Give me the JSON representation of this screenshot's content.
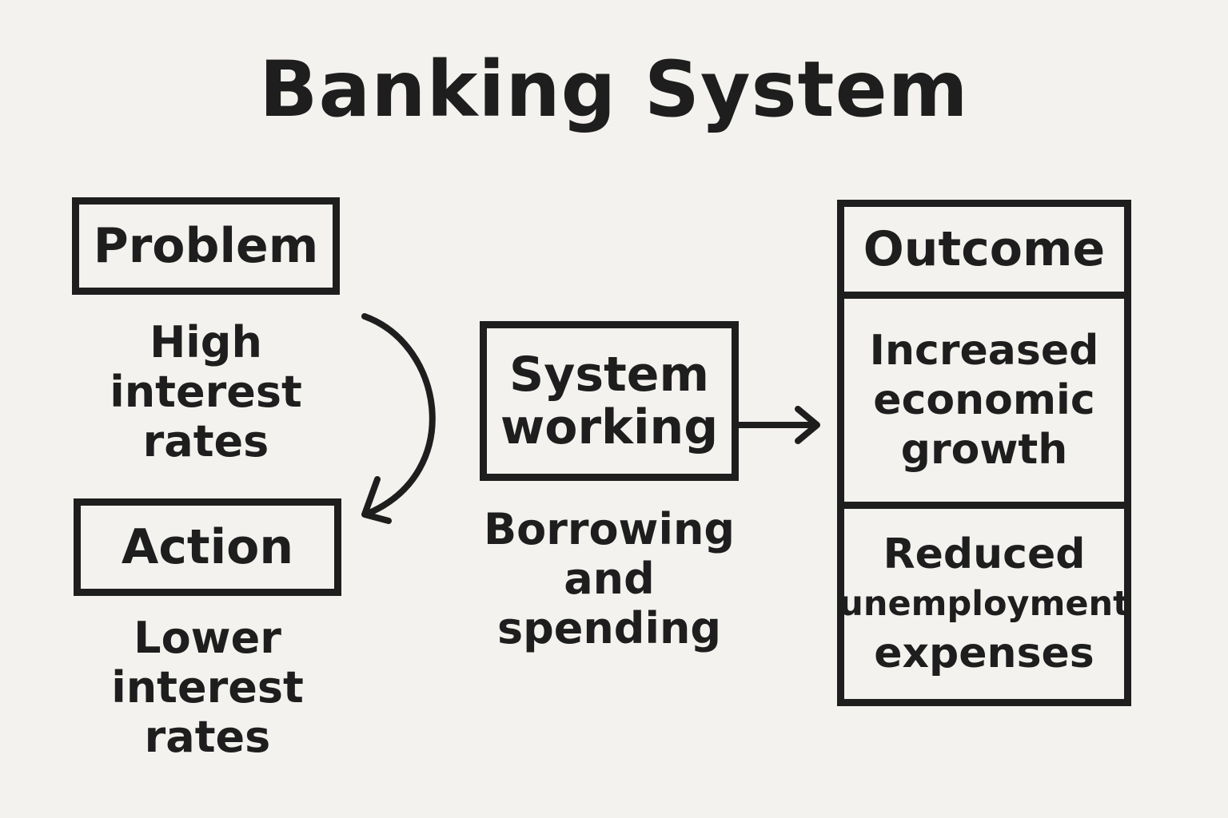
{
  "title": "Banking System",
  "problem": {
    "label": "Problem",
    "caption": [
      "High",
      "interest",
      "rates"
    ]
  },
  "action": {
    "label": "Action",
    "caption": [
      "Lower",
      "interest",
      "rates"
    ]
  },
  "system": {
    "label": [
      "System",
      "working"
    ],
    "caption": [
      "Borrowing",
      "and",
      "spending"
    ]
  },
  "outcome": {
    "header": "Outcome",
    "items": [
      [
        "Increased",
        "economic",
        "growth"
      ],
      [
        "Reduced",
        "unemployment",
        "expenses"
      ]
    ]
  },
  "colors": {
    "background": "#f3f2ee",
    "ink": "#1e1e1e"
  }
}
